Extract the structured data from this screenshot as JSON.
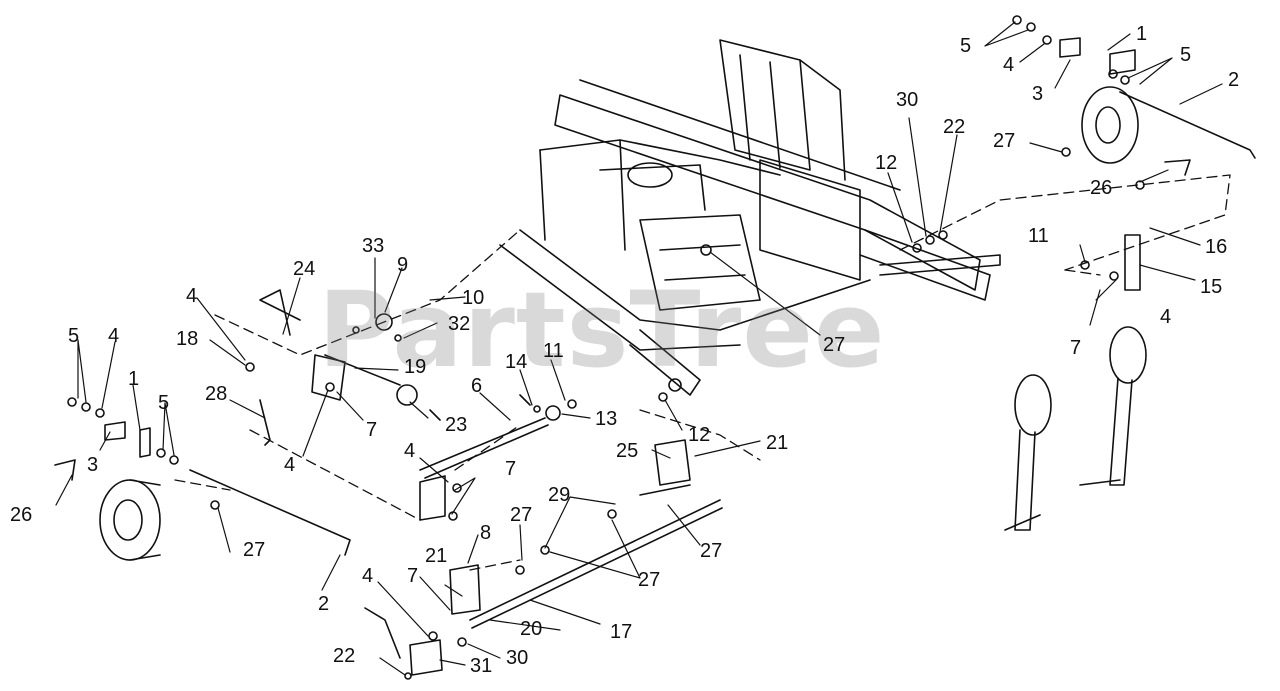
{
  "diagram": {
    "watermark": "PartsTree",
    "part_labels": [
      "1",
      "2",
      "3",
      "4",
      "5",
      "6",
      "7",
      "8",
      "9",
      "10",
      "11",
      "12",
      "13",
      "14",
      "15",
      "16",
      "17",
      "18",
      "19",
      "20",
      "21",
      "22",
      "23",
      "24",
      "25",
      "26",
      "27",
      "28",
      "29",
      "30",
      "31",
      "32",
      "33"
    ]
  }
}
